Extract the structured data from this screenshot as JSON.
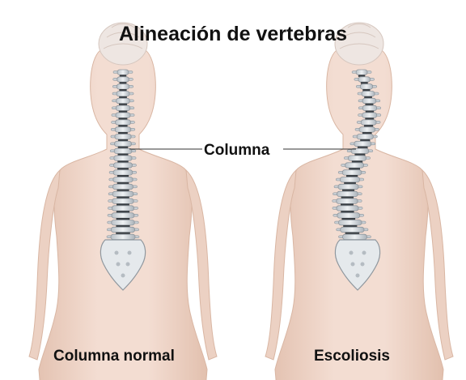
{
  "title": "Alineación de vertebras",
  "callout": "Columna",
  "captions": {
    "left": "Columna normal",
    "right": "Escoliosis"
  },
  "colors": {
    "skin": "#f1d9cd",
    "skin_shadow": "#e3c0ad",
    "bone": "#dfe4e8",
    "bone_shadow": "#8f979e",
    "disc": "#3a3f44"
  }
}
